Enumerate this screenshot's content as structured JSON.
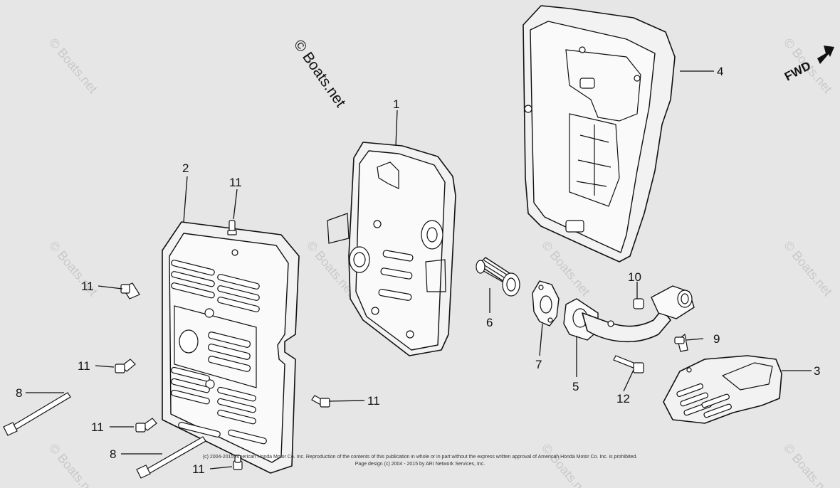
{
  "watermark_main": "© Boats.net",
  "watermark_faint": "© Boats.net",
  "fwd_label": "FWD",
  "copyright_line1": "(c) 2004-2015 American Honda Motor Co. Inc. Reproduction of the contents of this publication in whole or in part without the express written approval of American Honda Motor Co. Inc. is prohibited.",
  "copyright_line2": "Page design (c) 2004 - 2015 by ARI Network Services, Inc.",
  "callouts": [
    "1",
    "2",
    "3",
    "4",
    "5",
    "6",
    "7",
    "8",
    "8",
    "9",
    "10",
    "11",
    "11",
    "11",
    "11",
    "11",
    "11",
    "12"
  ]
}
